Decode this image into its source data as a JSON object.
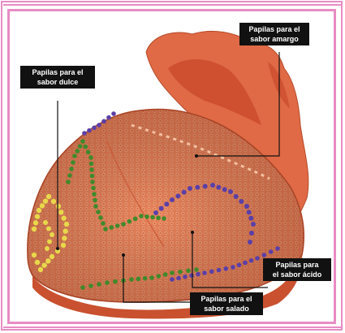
{
  "labels": {
    "amargo": "Papilas para el\nsabor amargo",
    "dulce": "Papilas para el\nsabor dulce",
    "acido": "Papilas para\nel sabor ácido",
    "salado": "Papilas para el\nsabor salado"
  },
  "colors": {
    "frame": "#e88cc4",
    "tongue": "#e8825a",
    "tongue_dark": "#c9512f",
    "tongue_light": "#f2a986",
    "dots_sweet": "#e8d84a",
    "dots_salty": "#3f8a2a",
    "dots_sour": "#5a3fa8",
    "label_bg": "#111111",
    "label_text": "#ffffff"
  }
}
